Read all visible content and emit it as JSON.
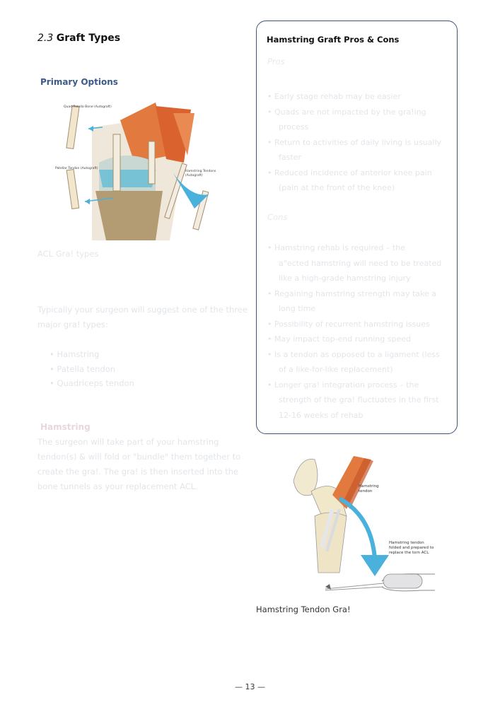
{
  "section": {
    "number": "2.3",
    "title": "Graft Types"
  },
  "primary": {
    "heading": "Primary Options",
    "figure_labels": {
      "quad": "Quad-Patella Bone (Autograft)",
      "patellar": "Patellar Tendon (Autograft)",
      "hamstring_line1": "Hamstring Tendons",
      "hamstring_line2": "(Autograft)"
    },
    "figure_caption": "ACL Gra! types"
  },
  "intro": {
    "line1": "Typically your surgeon will suggest one of the three",
    "line2": "major gra! types:",
    "options": [
      "Hamstring",
      "Patella tendon",
      "Quadriceps tendon"
    ]
  },
  "hamstring": {
    "heading": "Hamstring",
    "lines": [
      "The surgeon will take part of your hamstring",
      "tendon(s) & will fold or \"bundle\" them together to",
      "create the gra!. The gra! is then inserted into the",
      "bone tunnels as your replacement ACL."
    ]
  },
  "proscons": {
    "title": "Hamstring Graft Pros & Cons",
    "pros_label": "Pros",
    "pros": [
      {
        "first": "Early stage rehab may be easier"
      },
      {
        "first": "Quads are not impacted by the gra!ing",
        "cont": "process"
      },
      {
        "first": "Return to activities of daily living is usually",
        "cont": "faster"
      },
      {
        "first": "Reduced incidence of anterior knee pain",
        "cont": "(pain at the front of the knee)"
      }
    ],
    "cons_label": "Cons",
    "cons": [
      {
        "first": "Hamstring rehab is required – the",
        "cont": "a\"ected hamstring will need to be treated",
        "cont2": "like a high-grade hamstring injury"
      },
      {
        "first": "Regaining hamstring strength may take a",
        "cont": "long time"
      },
      {
        "first": "Possibility of recurrent hamstring issues"
      },
      {
        "first": "May impact top-end running speed"
      },
      {
        "first": "Is a tendon as opposed to a ligament (less",
        "cont": "of a like-for-like replacement)"
      },
      {
        "first": "Longer gra! integration process – the",
        "cont": "strength of the gra! fluctuates in the first",
        "cont2": "12-16 weeks of rehab"
      }
    ]
  },
  "figure2": {
    "label_tendon_line1": "Hamstring",
    "label_tendon_line2": "tendon",
    "label_folded_line1": "Hamstring tendon",
    "label_folded_line2": "folded and prepared to",
    "label_folded_line3": "replace the torn ACL",
    "caption": "Hamstring Tendon Gra!"
  },
  "page_number": "— 13 —",
  "colors": {
    "heading_blue": "#3c5a8a",
    "box_border": "#3f5478",
    "arrow_blue": "#4ab0dc",
    "muscle": "#e2793f"
  }
}
